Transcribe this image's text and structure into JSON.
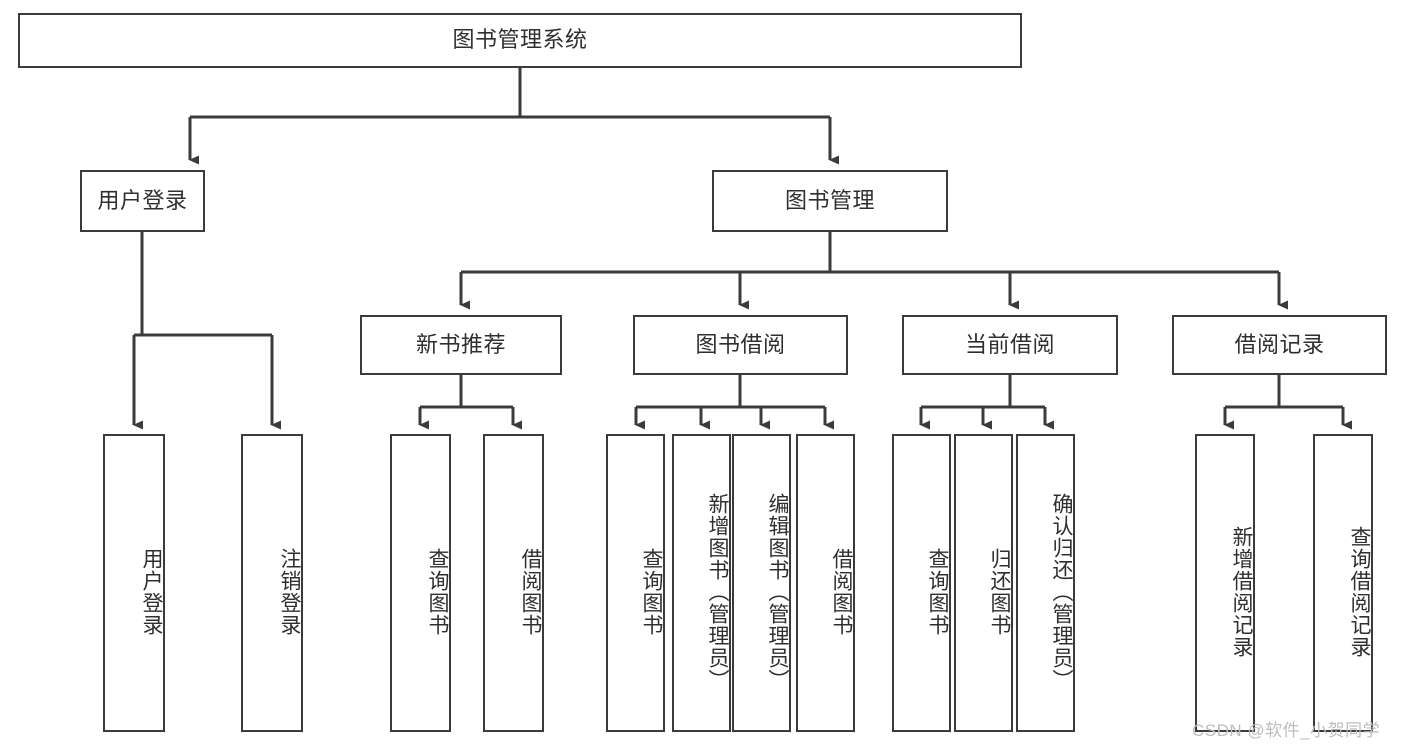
{
  "diagram": {
    "title": "图书管理系统",
    "type": "tree-hierarchy",
    "root": {
      "label": "图书管理系统"
    },
    "level2": [
      {
        "label": "用户登录"
      },
      {
        "label": "图书管理"
      }
    ],
    "level3": [
      {
        "label": "新书推荐"
      },
      {
        "label": "图书借阅"
      },
      {
        "label": "当前借阅"
      },
      {
        "label": "借阅记录"
      }
    ],
    "leaves": {
      "user_login": [
        {
          "label": "用户登录"
        },
        {
          "label": "注销登录"
        }
      ],
      "new_book_recommend": [
        {
          "label": "查询图书"
        },
        {
          "label": "借阅图书"
        }
      ],
      "book_borrow": [
        {
          "label": "查询图书"
        },
        {
          "label": "新增图书（管理员）"
        },
        {
          "label": "编辑图书（管理员）"
        },
        {
          "label": "借阅图书"
        }
      ],
      "current_borrow": [
        {
          "label": "查询图书"
        },
        {
          "label": "归还图书"
        },
        {
          "label": "确认归还（管理员）"
        }
      ],
      "borrow_record": [
        {
          "label": "新增借阅记录"
        },
        {
          "label": "查询借阅记录"
        }
      ]
    }
  },
  "watermark": {
    "text": "CSDN @软件_小贺同学"
  },
  "colors": {
    "border": "#3b3b3b",
    "text": "#2f2f2f",
    "background": "#ffffff",
    "watermark": "#bdbdbd"
  }
}
